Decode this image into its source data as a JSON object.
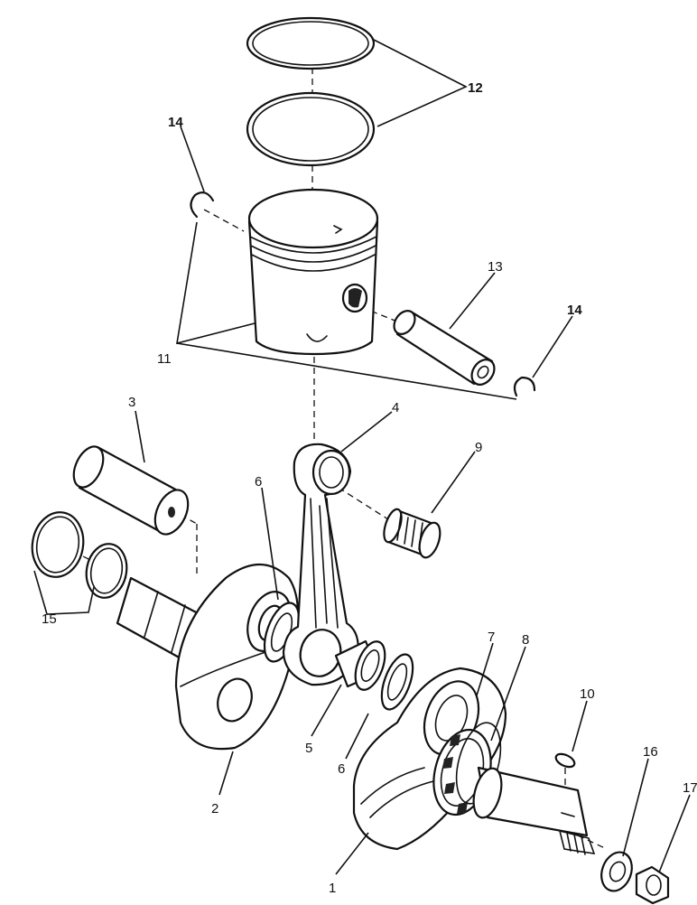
{
  "callouts": {
    "c1": "1",
    "c2": "2",
    "c3": "3",
    "c4": "4",
    "c5": "5",
    "c6a": "6",
    "c6b": "6",
    "c7": "7",
    "c8": "8",
    "c9": "9",
    "c10": "10",
    "c11": "11",
    "c12": "12",
    "c13": "13",
    "c14a": "14",
    "c14b": "14",
    "c15": "15",
    "c16": "16",
    "c17": "17"
  },
  "colors": {
    "line": "#111111",
    "background": "#ffffff"
  }
}
